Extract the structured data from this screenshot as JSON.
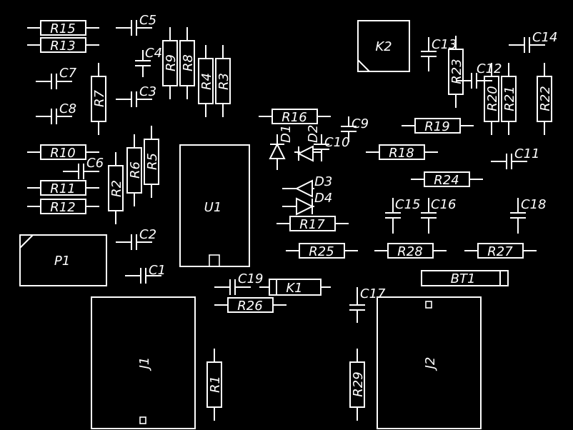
{
  "board": {
    "background": "#000000",
    "line_color": "#ffffff",
    "resistors": {
      "R15": "R15",
      "R13": "R13",
      "R9": "R9",
      "R8": "R8",
      "R4": "R4",
      "R3": "R3",
      "R7": "R7",
      "R10": "R10",
      "R6": "R6",
      "R5": "R5",
      "R2": "R2",
      "R11": "R11",
      "R12": "R12",
      "R16": "R16",
      "R19": "R19",
      "R18": "R18",
      "R24": "R24",
      "R17": "R17",
      "R25": "R25",
      "R28": "R28",
      "R27": "R27",
      "R26": "R26",
      "R23": "R23",
      "R20": "R20",
      "R21": "R21",
      "R22": "R22",
      "R1": "R1",
      "R29": "R29"
    },
    "capacitors": {
      "C5": "C5",
      "C4": "C4",
      "C3": "C3",
      "C7": "C7",
      "C8": "C8",
      "C6": "C6",
      "C2": "C2",
      "C1": "C1",
      "C19": "C19",
      "C9": "C9",
      "C10": "C10",
      "C13": "C13",
      "C12": "C12",
      "C14": "C14",
      "C11": "C11",
      "C15": "C15",
      "C16": "C16",
      "C18": "C18",
      "C17": "C17"
    },
    "diodes": {
      "D1": "D1",
      "D2": "D2",
      "D3": "D3",
      "D4": "D4"
    },
    "modules": {
      "U1": "U1",
      "P1": "P1",
      "K1": "K1",
      "K2": "K2",
      "BT1": "BT1",
      "J1": "J1",
      "J2": "J2"
    }
  }
}
